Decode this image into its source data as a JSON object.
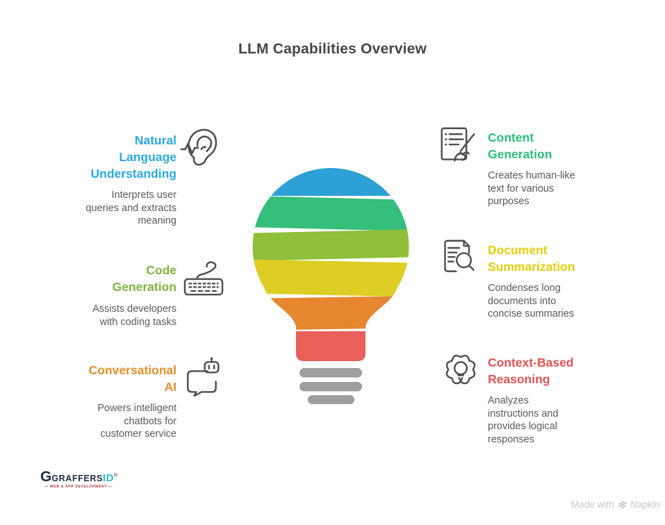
{
  "title": "LLM Capabilities Overview",
  "items": [
    {
      "id": "natural-language-understanding",
      "title": "Natural\nLanguage\nUnderstanding",
      "color": "#2ba9e0",
      "description": "Interprets user\nqueries and extracts\nmeaning",
      "icon": "ear-icon"
    },
    {
      "id": "code-generation",
      "title": "Code\nGeneration",
      "color": "#7db441",
      "description": "Assists developers\nwith coding tasks",
      "icon": "keyboard-icon"
    },
    {
      "id": "conversational-ai",
      "title": "Conversational\nAI",
      "color": "#e78e2e",
      "description": "Powers intelligent\nchatbots for\ncustomer service",
      "icon": "chat-robot-icon"
    },
    {
      "id": "content-generation",
      "title": "Content\nGeneration",
      "color": "#2cbe7c",
      "description": "Creates human-like\ntext for various\npurposes",
      "icon": "document-pen-icon"
    },
    {
      "id": "document-summarization",
      "title": "Document\nSummarization",
      "color": "#e3cf0b",
      "description": "Condenses long\ndocuments into\nconcise summaries",
      "icon": "document-magnifier-icon"
    },
    {
      "id": "context-based-reasoning",
      "title": "Context-Based\nReasoning",
      "color": "#e25454",
      "description": "Analyzes\ninstructions and\nprovides logical\nresponses",
      "icon": "gear-bulb-icon"
    }
  ],
  "bulb": {
    "stripes": [
      "#2ca0d7",
      "#36be7b",
      "#8fbf3b",
      "#decd24",
      "#e6862f",
      "#e95f59"
    ],
    "base_color": "#9e9e9e"
  },
  "footer": {
    "logo_text": "GRAFFERS",
    "logo_suffix": "ID",
    "logo_registered": "®",
    "logo_tagline": "— WEB & APP DEVELOPMENT —",
    "credit_prefix": "Made with",
    "credit_brand": "Napkin"
  }
}
